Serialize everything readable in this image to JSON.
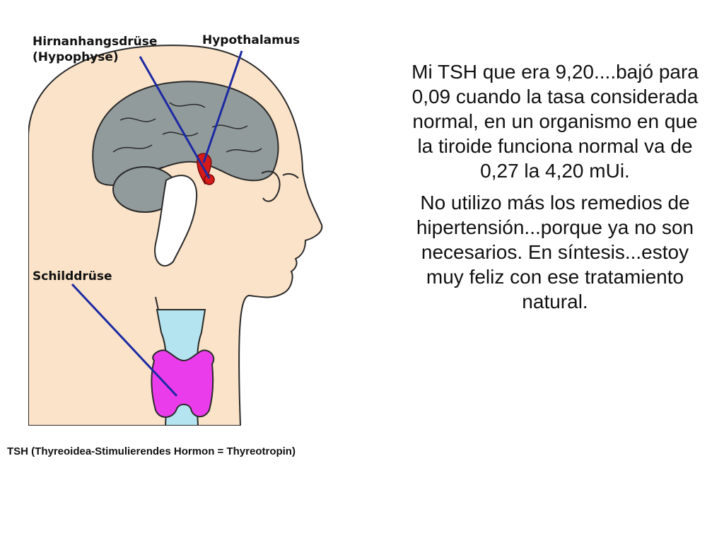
{
  "figure": {
    "labels": {
      "hypophyse": "Hirnanhangsdrüse\n(Hypophyse)",
      "hypothalamus": "Hypothalamus",
      "schilddruse": "Schilddrüse"
    },
    "colors": {
      "skin": "#fae3c8",
      "outline": "#2a2a2a",
      "brain": "#929b9c",
      "pointer": "#1c2aa3",
      "larynx": "#b4e4ef",
      "thyroid": "#ea3cea",
      "hypophysis": "#d51a1a"
    }
  },
  "caption": "TSH (Thyreoidea-Stimulierendes Hormon = Thyreotropin)",
  "text": {
    "paragraph_1": "Mi TSH que era 9,20....bajó para  0,09 cuando la tasa considerada normal, en un organismo en que la tiroide  funciona normal va de 0,27 la 4,20 mUi.",
    "paragraph_2": "No  utilizo más los remedios de hipertensión...porque ya no son  necesarios. En síntesis...estoy muy feliz con ese  tratamiento natural."
  }
}
